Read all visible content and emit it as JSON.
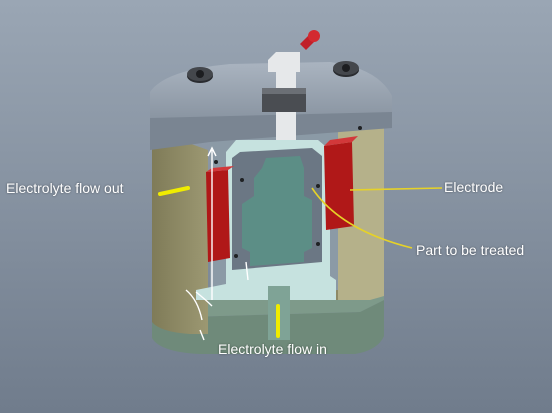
{
  "colors": {
    "background": "#7e8b9b",
    "housing": "#8e8a66",
    "lid": "#97a2ae",
    "electrode": "#b01818",
    "part": "#5c8e86",
    "electrolyte": "#c6e2df",
    "arrow": "#f0ec00",
    "callout_line": "#e6d228",
    "label_text": "#ffffff"
  },
  "labels": {
    "flow_out": "Electrolyte flow out",
    "electrode": "Electrode",
    "part": "Part to be treated",
    "flow_in": "Electrolyte flow in"
  }
}
